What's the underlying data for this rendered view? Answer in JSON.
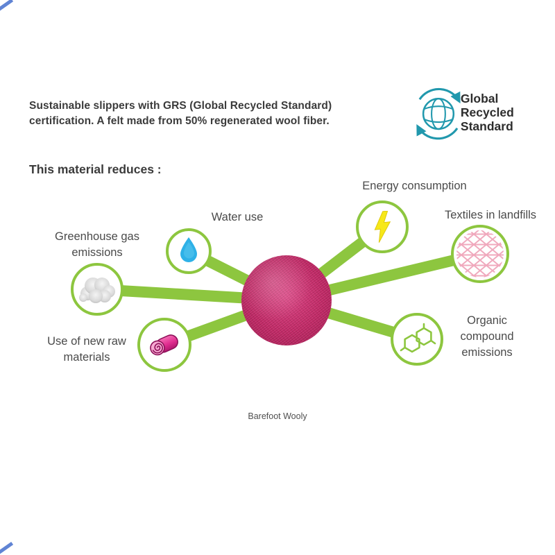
{
  "header": {
    "description": "Sustainable slippers with GRS (Global Recycled Standard)\ncertification. A felt made from 50% regenerated wool fiber.",
    "logo_line1": "Global Recycled",
    "logo_line2": "Standard"
  },
  "diagram": {
    "heading": "This material reduces :",
    "center": {
      "icon": "felt-swatch"
    },
    "nodes": {
      "water": {
        "label": "Water use",
        "icon": "water-drop-icon"
      },
      "greenhouse": {
        "label": "Greenhouse gas\nemissions",
        "icon": "cloud-icon"
      },
      "raw": {
        "label": "Use of new raw\nmaterials",
        "icon": "felt-roll-icon"
      },
      "energy": {
        "label": "Energy consumption",
        "icon": "lightning-icon"
      },
      "textiles": {
        "label": "Textiles in landfills",
        "icon": "textile-mesh-icon"
      },
      "organic": {
        "label": "Organic\ncompound\nemissions",
        "icon": "molecule-icon"
      }
    }
  },
  "footer": {
    "caption": "Barefoot Wooly"
  },
  "colors": {
    "spoke_green": "#8dc63f",
    "felt_pink": "#bd2763",
    "water_blue": "#2eb1e7",
    "bolt_yellow": "#f7e819",
    "cloud_gray": "#d9d9d9",
    "roll_magenta": "#e02d90",
    "mesh_pink": "#f0a9bd",
    "logo_teal": "#2198ad"
  }
}
